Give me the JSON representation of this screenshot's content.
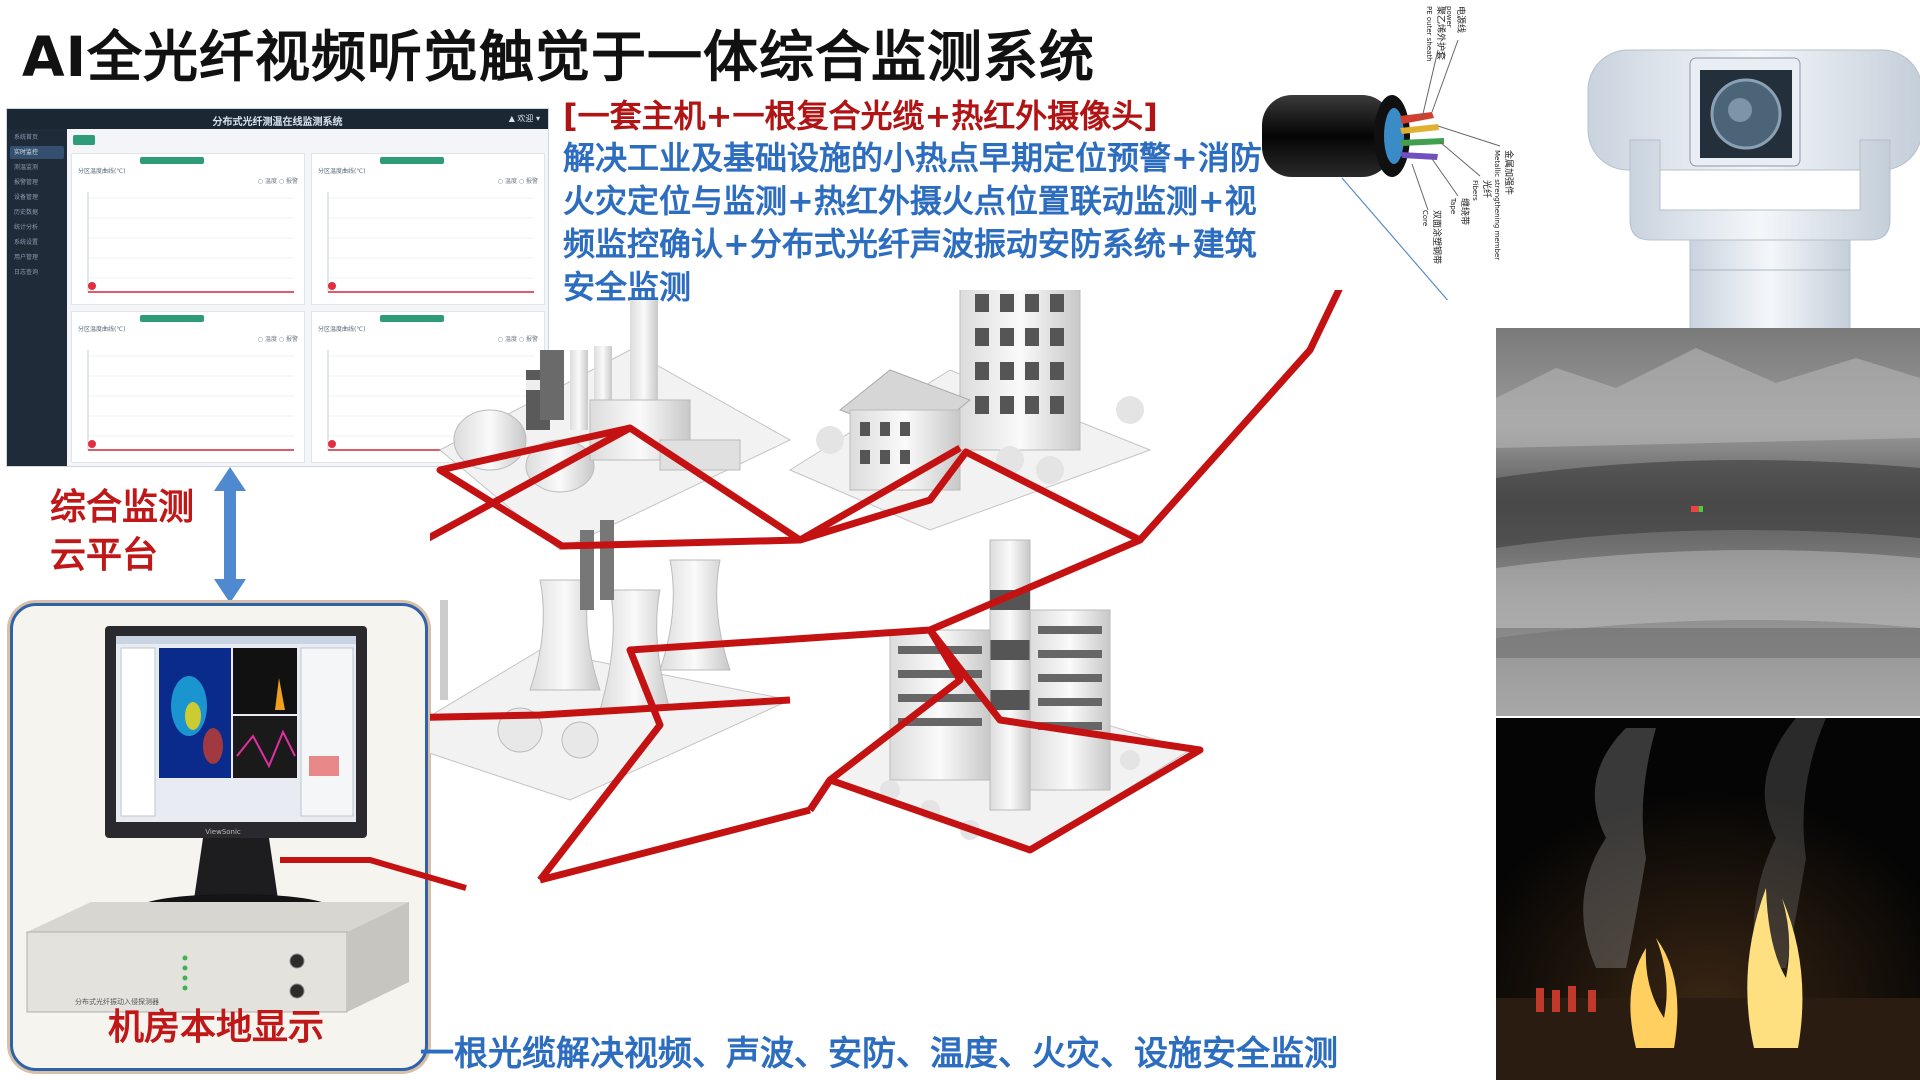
{
  "title": "AI全光纤视频听觉触觉于一体综合监测系统",
  "promo": {
    "headline": "[一套主机+一根复合光缆+热红外摄像头]",
    "body": "解决工业及基础设施的小热点早期定位预警+消防火灾定位与监测+热红外摄火点位置联动监测+视频监控确认+分布式光纤声波振动安防系统+建筑安全监测"
  },
  "dashboard": {
    "title": "分布式光纤测温在线监测系统",
    "user": "▲ 欢迎 ▾",
    "sidebar_items": [
      "系统首页",
      "实时监控",
      "测温监测",
      "报警管理",
      "设备管理",
      "历史数据",
      "统计分析",
      "系统设置",
      "用户管理",
      "日志查询"
    ],
    "panels": [
      {
        "label": "分区温度曲线(℃)",
        "legend": "○ 温度   ○ 报警"
      },
      {
        "label": "分区温度曲线(℃)",
        "legend": "○ 温度   ○ 报警"
      },
      {
        "label": "分区温度曲线(℃)",
        "legend": "○ 温度   ○ 报警"
      },
      {
        "label": "分区温度曲线(℃)",
        "legend": "○ 温度   ○ 报警"
      }
    ]
  },
  "platform_label": "综合监测\n云平台",
  "local_caption": "机房本地显示",
  "device": {
    "brand": "ViewSonic",
    "host_label": "分布式光纤振动入侵探测器"
  },
  "cable_labels": [
    {
      "cn": "电源线",
      "en": "power"
    },
    {
      "cn": "聚乙烯外护套",
      "en": "PE outer sheath"
    },
    {
      "cn": "金属加强件",
      "en": "Metallic strengthening member"
    },
    {
      "cn": "光纤",
      "en": "Fibers"
    },
    {
      "cn": "缠绕带",
      "en": "Tape"
    },
    {
      "cn": "双面涂塑钢带",
      "en": "Core"
    }
  ],
  "bottom_caption": "一根光缆解决视频、声波、安防、温度、火灾、设施安全监测",
  "colors": {
    "title": "#111111",
    "accent_red": "#c01818",
    "accent_blue": "#2d6dbf",
    "route_line": "#c41212",
    "frame_border": "#2f62a8"
  }
}
